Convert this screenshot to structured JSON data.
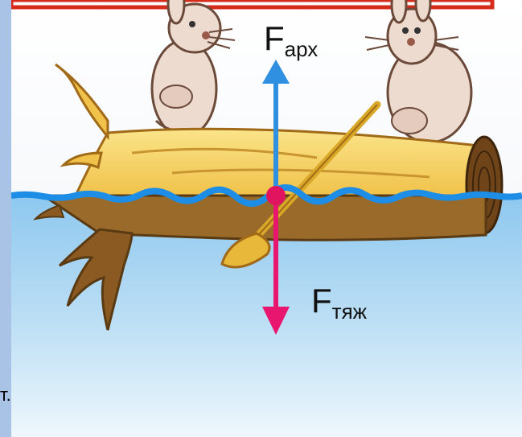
{
  "forces": {
    "buoyant": {
      "symbol": "F",
      "subscript": "арх",
      "direction": "up",
      "color": "#2f8fe0"
    },
    "gravity": {
      "symbol": "F",
      "subscript": "тяж",
      "direction": "down",
      "color": "#e8166e"
    }
  },
  "cutoff_char": "т.",
  "colors": {
    "water_line": "#1e8de6",
    "center_dot": "#e0145f",
    "frame_border": "#d62a1a",
    "page_background": "#1f3a8c"
  }
}
